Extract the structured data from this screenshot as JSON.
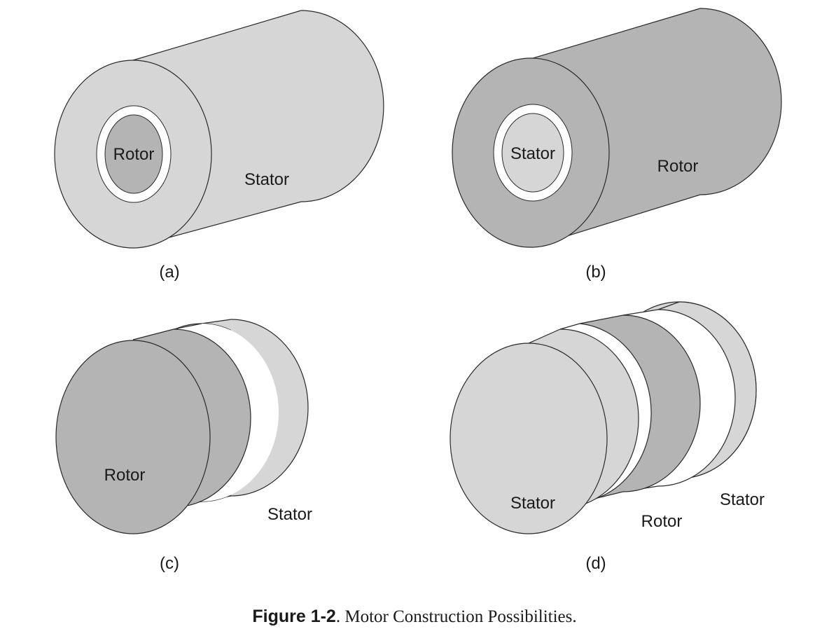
{
  "panels": {
    "a": {
      "label": "(a)",
      "inner": "Rotor",
      "outer": "Stator"
    },
    "b": {
      "label": "(b)",
      "inner": "Stator",
      "outer": "Rotor"
    },
    "c": {
      "label": "(c)",
      "front": "Rotor",
      "back": "Stator"
    },
    "d": {
      "label": "(d)",
      "front": "Stator",
      "middle": "Rotor",
      "back": "Stator"
    }
  },
  "caption": {
    "number": "Figure 1-2",
    "text": ". Motor Construction Possibilities."
  },
  "colors": {
    "light": "#d6d6d6",
    "dark": "#b4b4b4",
    "gap": "#ffffff",
    "stroke": "#2a2a2a"
  }
}
